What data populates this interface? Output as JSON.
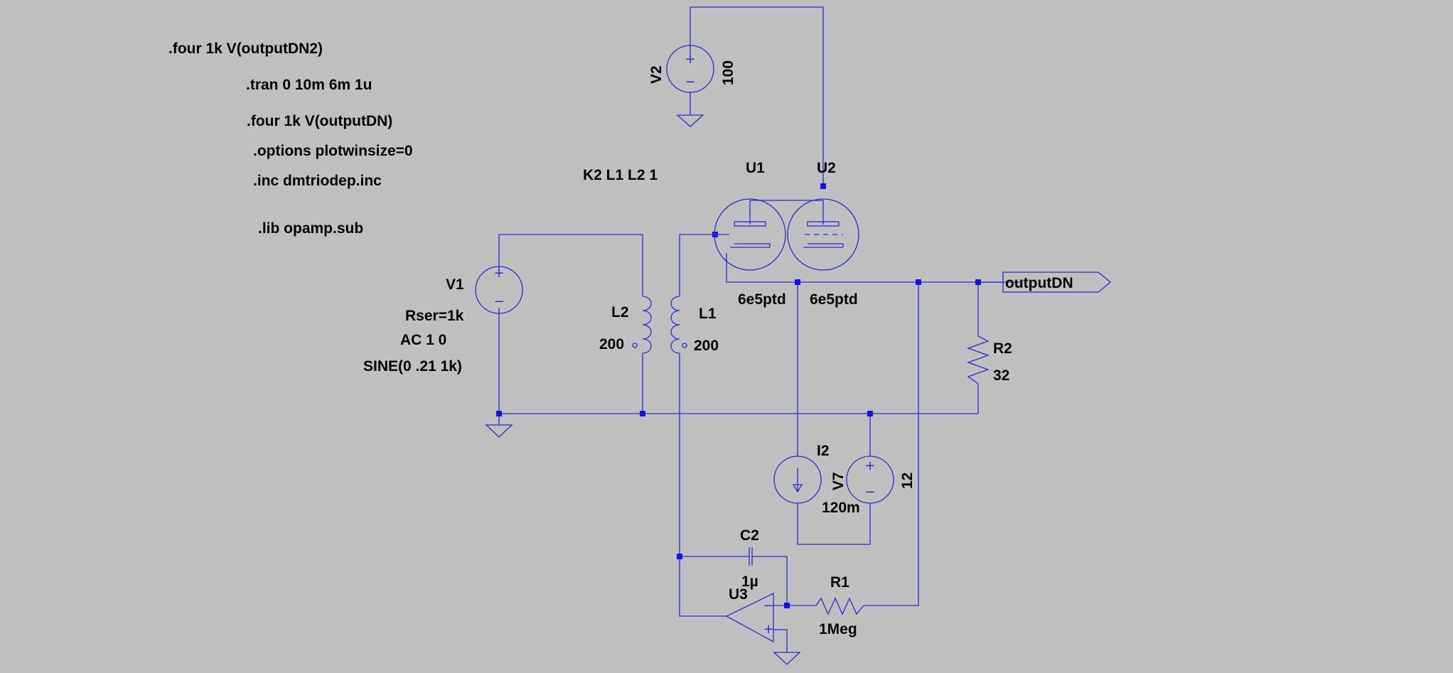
{
  "directives": {
    "four2": ".four 1k V(outputDN2)",
    "tran": ".tran 0 10m 6m 1u",
    "four1": ".four 1k V(outputDN)",
    "options": ".options plotwinsize=0",
    "inc": ".inc dmtriodep.inc",
    "lib": ".lib opamp.sub",
    "coupling": "K2 L1 L2 1"
  },
  "components": {
    "v2": {
      "name": "V2",
      "value": "100"
    },
    "u1": {
      "name": "U1",
      "value": "6e5ptd"
    },
    "u2": {
      "name": "U2",
      "value": "6e5ptd"
    },
    "v1": {
      "name": "V1",
      "rser": "Rser=1k",
      "ac": "AC 1 0",
      "sine": "SINE(0 .21 1k)"
    },
    "l2": {
      "name": "L2",
      "value": "200"
    },
    "l1": {
      "name": "L1",
      "value": "200"
    },
    "r2": {
      "name": "R2",
      "value": "32"
    },
    "i2": {
      "name": "I2",
      "value": "120m"
    },
    "v7": {
      "name": "V7",
      "value": "12"
    },
    "c2": {
      "name": "C2",
      "value": "1µ"
    },
    "u3": {
      "name": "U3"
    },
    "r1": {
      "name": "R1",
      "value": "1Meg"
    }
  },
  "net_label": "outputDN",
  "colors": {
    "background": "#c0c0c0",
    "wire": "#2a2ad0",
    "junction": "#1212e6",
    "text": "#000000"
  }
}
